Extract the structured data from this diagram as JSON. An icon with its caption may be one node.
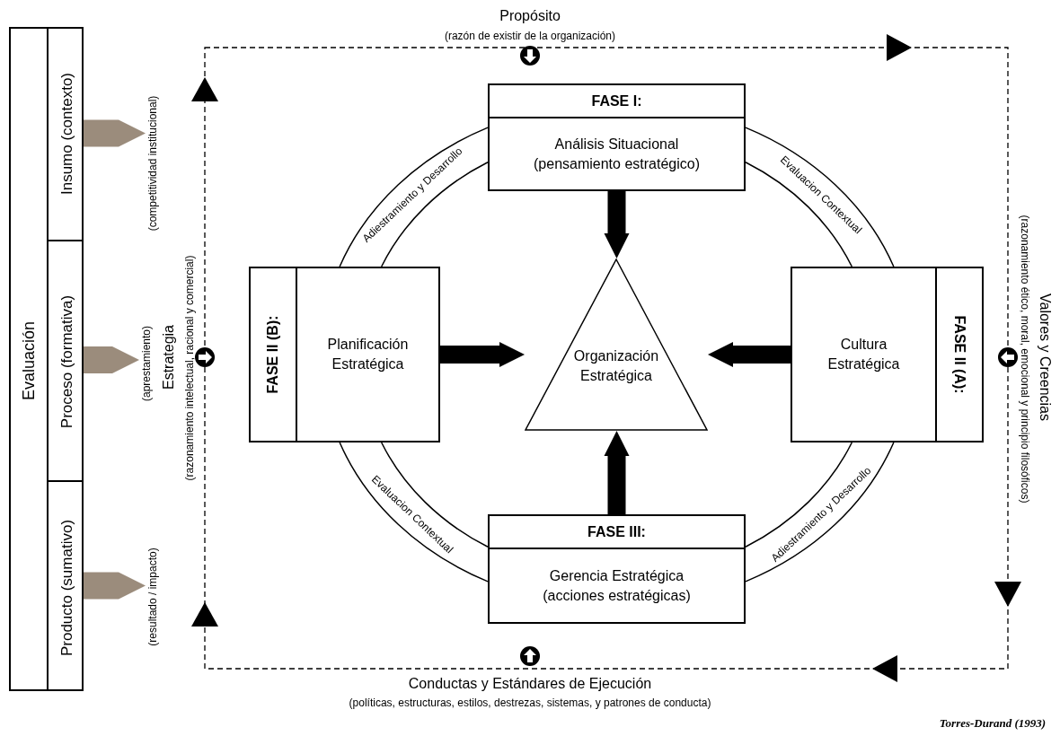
{
  "diagram": {
    "nodes": [
      {
        "text": [
          "Evaluación"
        ]
      },
      {
        "text": [
          "Insumo (contexto)"
        ],
        "in": 0
      },
      {
        "text": [
          "Proceso (formativa)"
        ],
        "in": 0
      },
      {
        "text": [
          "Producto (sumativo)"
        ],
        "in": 0
      },
      {
        "text": [
          "FASE I:",
          "Análisis Situacional (pensamiento estratégico)"
        ]
      },
      {
        "text": [
          "FASE II (B):",
          "Planificación Estratégica"
        ]
      },
      {
        "text": [
          "Organización Estratégica"
        ]
      },
      {
        "text": [
          "FASE II (A):",
          "Cultura Estratégica"
        ]
      },
      {
        "text": [
          "FASE III:",
          "Gerencia Estratégica (acciones estratégicas)"
        ]
      },
      {
        "text": [
          "(competitividad institucional)"
        ]
      },
      {
        "text": [
          "(aprestamiento)"
        ]
      },
      {
        "text": [
          "(resultado / impacto)"
        ]
      }
    ],
    "edges": [
      {
        "from": 5,
        "to": 4,
        "arrow": "none",
        "label": "Adiestramiento y Desarrollo"
      },
      {
        "from": 4,
        "to": 7,
        "arrow": "none",
        "label": "Evaluacion Contextual"
      },
      {
        "from": 7,
        "to": 8,
        "arrow": "none",
        "label": "Adiestramiento y Desarrollo"
      },
      {
        "from": 8,
        "to": 5,
        "arrow": "none",
        "label": "Evaluacion Contextual"
      },
      {
        "from": 4,
        "to": 6,
        "arrow": "to"
      },
      {
        "from": 5,
        "to": 6,
        "arrow": "to"
      },
      {
        "from": 7,
        "to": 6,
        "arrow": "to"
      },
      {
        "from": 8,
        "to": 6,
        "arrow": "to"
      },
      {
        "from": 1,
        "to": 9,
        "arrow": "to",
        "color": "#9b8c7c"
      },
      {
        "from": 2,
        "to": 10,
        "arrow": "to",
        "color": "#9b8c7c"
      },
      {
        "from": 3,
        "to": 11,
        "arrow": "to",
        "color": "#9b8c7c"
      }
    ],
    "labels": [
      "Propósito",
      "(razón de existir de la organización)",
      "Estrategia",
      "(razonamiento intelectual, racional y comercial)",
      "Valores y Creencias",
      "(razonamiento ético, moral, emocional y principio filosóficos)",
      "Conductas y Estándares de Ejecución",
      "(políticas, estructuras, estilos, destrezas, sistemas, y patrones de conducta)",
      "Torres-Durand (1993)"
    ]
  }
}
